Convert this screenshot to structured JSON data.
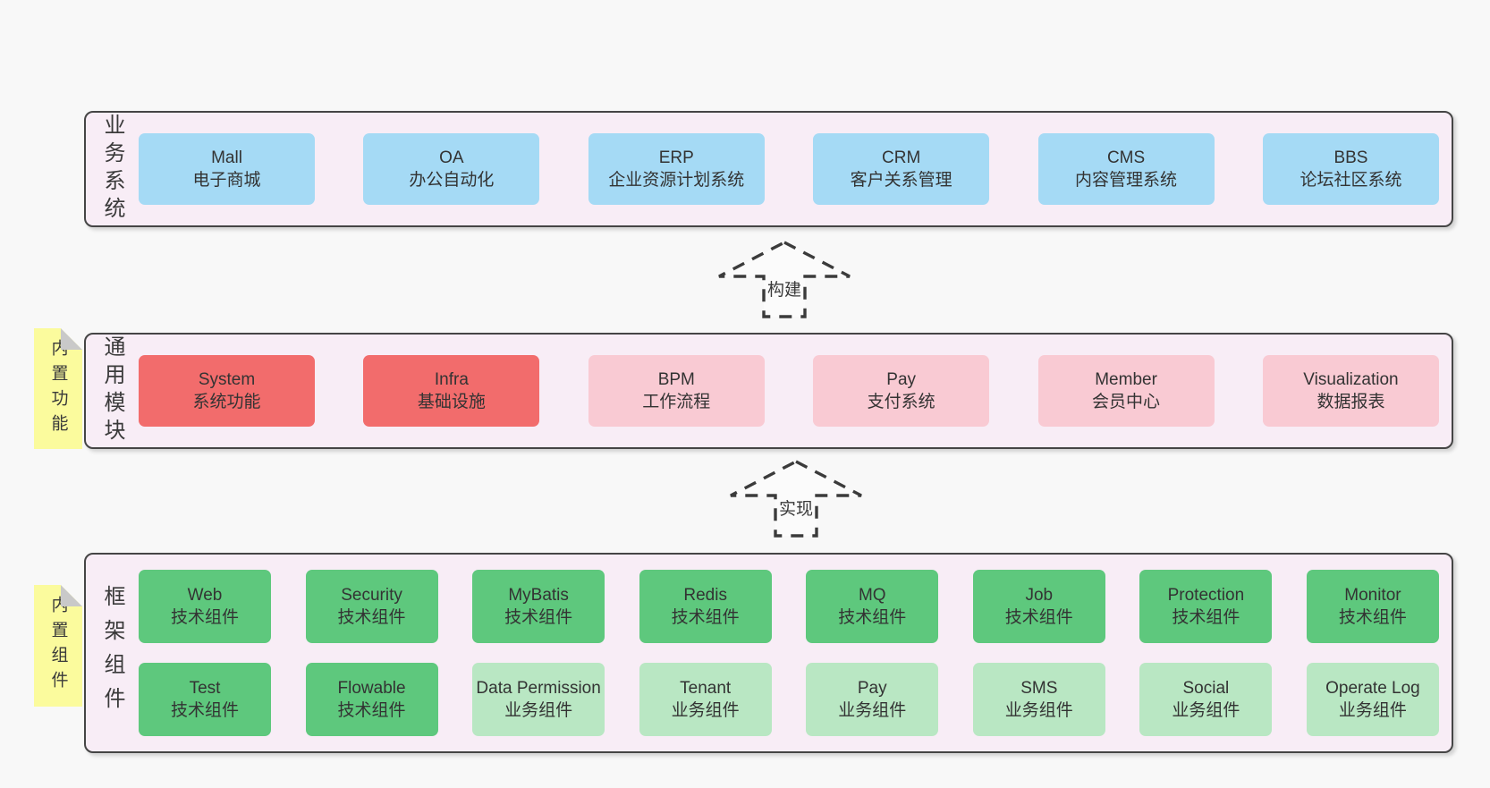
{
  "colors": {
    "page_bg": "#f8f8f8",
    "container_bg": "#f8edf6",
    "container_border": "#454545",
    "blue_box": "#a5daf5",
    "red_box": "#f26c6c",
    "pink_box": "#f9cad3",
    "green_dark_box": "#5ec87d",
    "green_light_box": "#b9e7c3",
    "note_bg": "#fbfb9d",
    "note_fold": "#c9c9c9",
    "text": "#3a3a3a"
  },
  "arrows": [
    {
      "label": "构建"
    },
    {
      "label": "实现"
    }
  ],
  "layers": [
    {
      "label": "业务系统",
      "boxes": [
        {
          "name": "Mall",
          "desc": "电子商城"
        },
        {
          "name": "OA",
          "desc": "办公自动化"
        },
        {
          "name": "ERP",
          "desc": "企业资源计划系统"
        },
        {
          "name": "CRM",
          "desc": "客户关系管理"
        },
        {
          "name": "CMS",
          "desc": "内容管理系统"
        },
        {
          "name": "BBS",
          "desc": "论坛社区系统"
        }
      ]
    },
    {
      "label": "通用模块",
      "note": "内置功能",
      "boxes": [
        {
          "name": "System",
          "desc": "系统功能"
        },
        {
          "name": "Infra",
          "desc": "基础设施"
        },
        {
          "name": "BPM",
          "desc": "工作流程"
        },
        {
          "name": "Pay",
          "desc": "支付系统"
        },
        {
          "name": "Member",
          "desc": "会员中心"
        },
        {
          "name": "Visualization",
          "desc": "数据报表"
        }
      ]
    },
    {
      "label": "框架组件",
      "note": "内置组件",
      "rows": [
        [
          {
            "name": "Web",
            "desc": "技术组件"
          },
          {
            "name": "Security",
            "desc": "技术组件"
          },
          {
            "name": "MyBatis",
            "desc": "技术组件"
          },
          {
            "name": "Redis",
            "desc": "技术组件"
          },
          {
            "name": "MQ",
            "desc": "技术组件"
          },
          {
            "name": "Job",
            "desc": "技术组件"
          },
          {
            "name": "Protection",
            "desc": "技术组件"
          },
          {
            "name": "Monitor",
            "desc": "技术组件"
          }
        ],
        [
          {
            "name": "Test",
            "desc": "技术组件"
          },
          {
            "name": "Flowable",
            "desc": "技术组件"
          },
          {
            "name": "Data Permission",
            "desc": "业务组件"
          },
          {
            "name": "Tenant",
            "desc": "业务组件"
          },
          {
            "name": "Pay",
            "desc": "业务组件"
          },
          {
            "name": "SMS",
            "desc": "业务组件"
          },
          {
            "name": "Social",
            "desc": "业务组件"
          },
          {
            "name": "Operate Log",
            "desc": "业务组件"
          }
        ]
      ]
    }
  ]
}
